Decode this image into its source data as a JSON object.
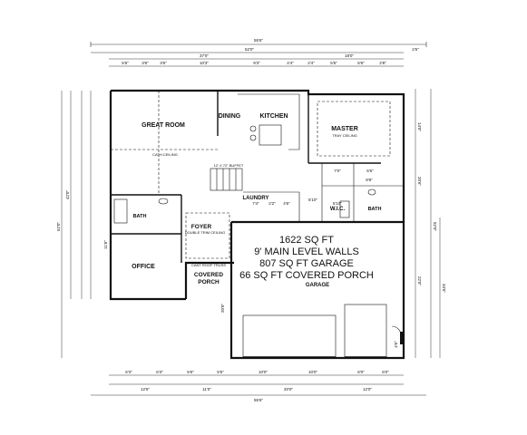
{
  "rooms": {
    "great_room": "GREAT ROOM",
    "great_room_ceiling": "CATH.CEILING",
    "dining": "DINING",
    "kitchen": "KITCHEN",
    "master": "MASTER",
    "master_ceiling": "TRAY CEILING",
    "laundry": "LAUNDRY",
    "wic": "W.I.C.",
    "bath": "BATH",
    "bath2": "BATH",
    "foyer": "FOYER",
    "foyer_ceiling": "DOUBLE TRIM CEILING",
    "office": "OFFICE",
    "covered_porch": "COVERED",
    "covered_porch_2": "PORCH",
    "garage": "GARAGE",
    "buffet": "12' X 72\" BUFFET",
    "cant_roof": "CANT ROOF TRUSS"
  },
  "summary": {
    "line1": "1622 SQ FT",
    "line2": "9' MAIN LEVEL WALLS",
    "line3": "807 SQ FT GARAGE",
    "line4": "66 SQ FT COVERED PORCH"
  },
  "dims": {
    "top_overall": "55'6\"",
    "top_second": "52'0\"",
    "top_left": "37'0\"",
    "top_right": "18'0\"",
    "top_right_end": "2'6\"",
    "top_seg": [
      "5'6\"",
      "3'6\"",
      "3'6\"",
      "10'3\"",
      "9'3\"",
      "4'4\"",
      "2'4\"",
      "5'6\"",
      "5'6\"",
      "2'8\""
    ],
    "bottom_seg": [
      "6'3\"",
      "6'3\"",
      "5'6\"",
      "5'6\"",
      "10'0\"",
      "10'0\"",
      "6'0\"",
      "6'0\""
    ],
    "bottom_mid": [
      "12'6\"",
      "11'0\"",
      "20'0\"",
      "12'0\""
    ],
    "bottom_overall": "55'6\"",
    "left_overall": "52'0\"",
    "left_second": "42'0\"",
    "right_overall": "52'0\"",
    "right_seg": [
      "14'0\"",
      "20'6\"",
      "22'0\""
    ],
    "right_outer": "34'6\"",
    "interior": [
      "7'0\"",
      "5'10\"",
      "6'6\"",
      "9'8\"",
      "7'4\"",
      "5'10\"",
      "2'2\"",
      "4'6\"",
      "20'0\"",
      "11'6\"",
      "4'6\""
    ]
  }
}
